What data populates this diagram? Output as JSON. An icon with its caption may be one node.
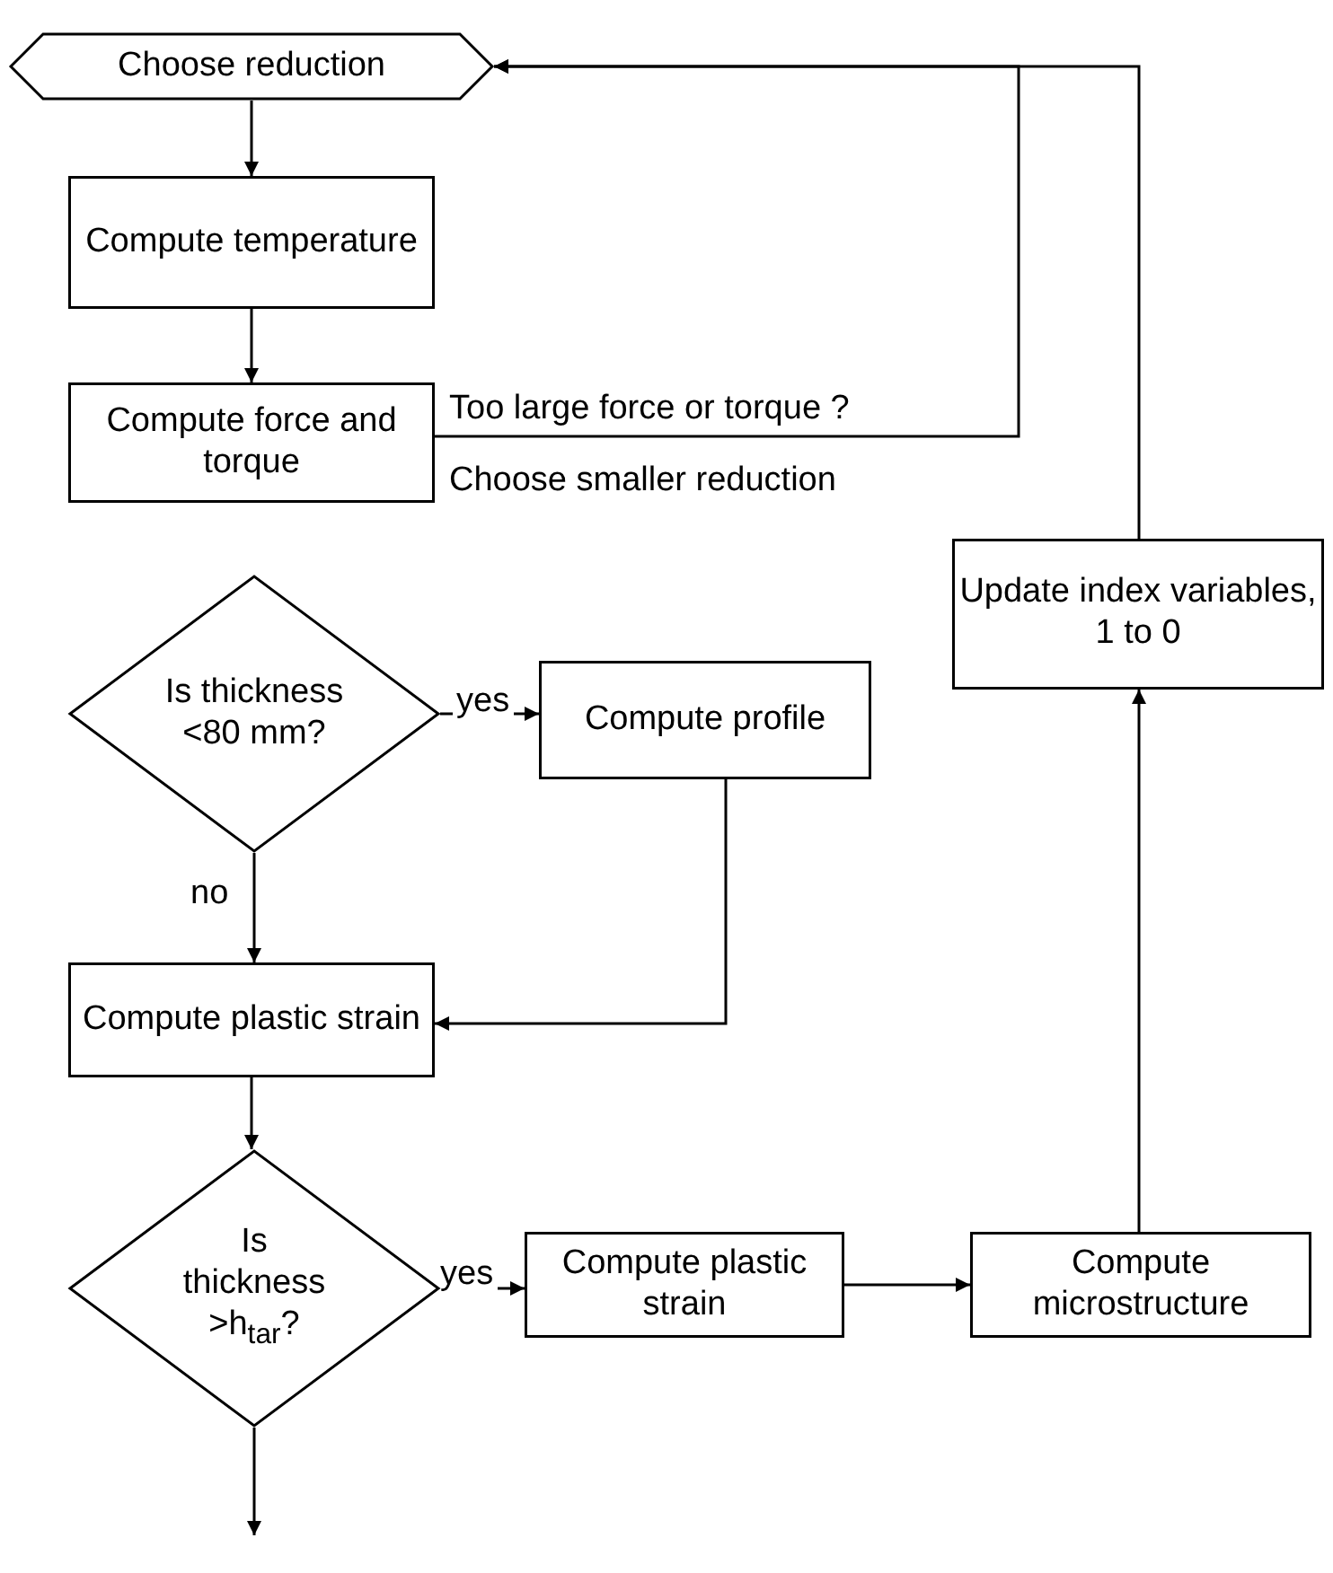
{
  "diagram": {
    "nodes": [
      {
        "text": [
          "Choose reduction"
        ]
      },
      {
        "text": [
          "Compute temperature"
        ]
      },
      {
        "text": [
          "Compute force and torque"
        ]
      },
      {
        "text": [
          "Is thickness <80 mm?"
        ]
      },
      {
        "text": [
          "Compute profile"
        ]
      },
      {
        "text": [
          "Compute plastic strain"
        ]
      },
      {
        "text": [
          "Is thickness >h$_{tar}$?"
        ]
      },
      {
        "text": [
          "Compute plastic strain"
        ]
      },
      {
        "text": [
          "Compute microstructure"
        ]
      },
      {
        "text": [
          "Update index variables, 1 to 0"
        ]
      }
    ],
    "edges": [
      {
        "from": 0,
        "to": 1,
        "arrow": "to"
      },
      {
        "from": 1,
        "to": 2,
        "arrow": "to"
      },
      {
        "from": 2,
        "to": 0,
        "label": "Too large force or torque ?",
        "arrow": "to"
      },
      {
        "from": 3,
        "to": 4,
        "label": "yes",
        "arrow": "to"
      },
      {
        "from": 3,
        "to": 5,
        "label": "no",
        "arrow": "to"
      },
      {
        "from": 4,
        "to": 5,
        "arrow": "to"
      },
      {
        "from": 5,
        "to": 6,
        "arrow": "to"
      },
      {
        "from": 6,
        "to": 7,
        "label": "yes",
        "arrow": "to"
      },
      {
        "from": 7,
        "to": 8,
        "arrow": "to"
      },
      {
        "from": 8,
        "to": 9,
        "arrow": "to"
      },
      {
        "from": 9,
        "to": 0,
        "arrow": "to"
      },
      {
        "from": 6,
        "to": null,
        "arrow": "to"
      }
    ],
    "labels": [
      "Choose smaller reduction"
    ]
  }
}
